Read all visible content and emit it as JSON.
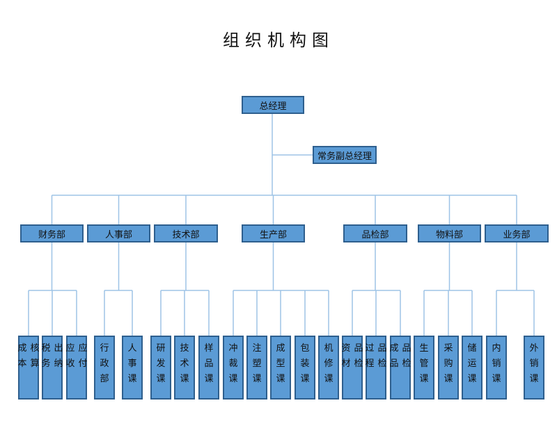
{
  "title": "组织机构图",
  "top": {
    "ceo": "总经理",
    "vp": "常务副总经理"
  },
  "departments": [
    {
      "name": "财务部",
      "units": [
        "成本核算",
        "税务出纳",
        "应收应付"
      ]
    },
    {
      "name": "人事部",
      "units": [
        "行政部",
        "人事课"
      ]
    },
    {
      "name": "技术部",
      "units": [
        "研发课",
        "技术课",
        "样品课"
      ]
    },
    {
      "name": "生产部",
      "units": [
        "冲裁课",
        "注塑课",
        "成型课",
        "包装课",
        "机修课"
      ]
    },
    {
      "name": "品检部",
      "units": [
        "资材品检",
        "过程品检",
        "成品品检"
      ]
    },
    {
      "name": "物料部",
      "units": [
        "生管课",
        "采购课",
        "储运课"
      ]
    },
    {
      "name": "业务部",
      "units": [
        "内销课",
        "外销课"
      ]
    }
  ],
  "colors": {
    "box_fill": "#5b9bd5",
    "box_border": "#2e5f8e",
    "line": "#9dc3e6"
  }
}
